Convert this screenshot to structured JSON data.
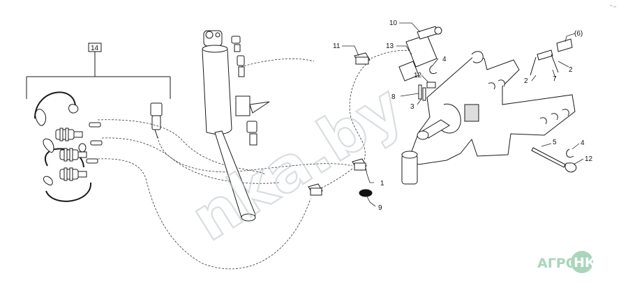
{
  "corner_mark": "⁰⁰ ₀₀₀",
  "watermark": {
    "text": "nka.by",
    "logo_left": "АГРО",
    "logo_right": "НКА",
    "logo_color": "#8dc9a3"
  },
  "colors": {
    "line": "#1a1a1a",
    "leader": "#222222",
    "watermark": "#b9c3c8"
  },
  "callouts": {
    "c14": "14",
    "c11": "11",
    "c13": "13",
    "c10": "10",
    "c4a": "4",
    "c12a": "12",
    "c8": "8",
    "c3": "3",
    "c6": "(6)",
    "c2a": "2",
    "c2b": "2",
    "c7": "7",
    "c5": "5",
    "c4b": "4",
    "c12b": "12",
    "c1": "1",
    "c9": "9"
  }
}
